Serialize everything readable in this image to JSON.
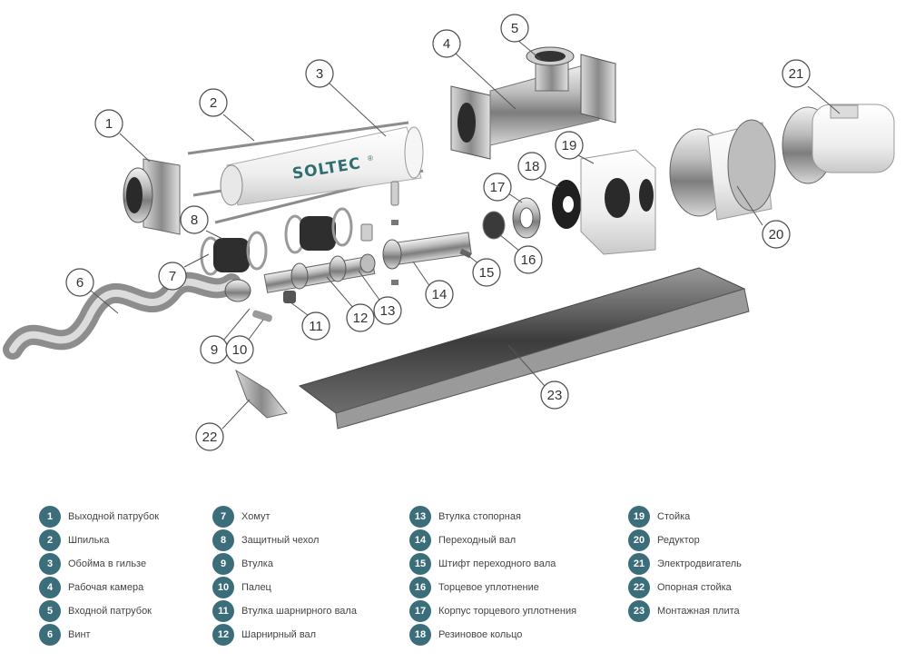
{
  "diagram": {
    "brand_logo": "SOLTEC",
    "brand_mark": "®",
    "callouts": [
      "1",
      "2",
      "3",
      "4",
      "5",
      "6",
      "7",
      "8",
      "9",
      "10",
      "11",
      "12",
      "13",
      "14",
      "15",
      "16",
      "17",
      "18",
      "19",
      "20",
      "21",
      "22",
      "23"
    ]
  },
  "legend": {
    "badge_color": "#3b6e7a",
    "columns": [
      [
        {
          "num": "1",
          "label": "Выходной патрубок"
        },
        {
          "num": "2",
          "label": "Шпилька"
        },
        {
          "num": "3",
          "label": "Обойма в гильзе"
        },
        {
          "num": "4",
          "label": "Рабочая камера"
        },
        {
          "num": "5",
          "label": "Входной патрубок"
        },
        {
          "num": "6",
          "label": "Винт"
        }
      ],
      [
        {
          "num": "7",
          "label": "Хомут"
        },
        {
          "num": "8",
          "label": "Защитный чехол"
        },
        {
          "num": "9",
          "label": "Втулка"
        },
        {
          "num": "10",
          "label": "Палец"
        },
        {
          "num": "11",
          "label": "Втулка шарнирного вала"
        },
        {
          "num": "12",
          "label": "Шарнирный вал"
        }
      ],
      [
        {
          "num": "13",
          "label": "Втулка стопорная"
        },
        {
          "num": "14",
          "label": "Переходный вал"
        },
        {
          "num": "15",
          "label": "Штифт переходного вала"
        },
        {
          "num": "16",
          "label": "Торцевое уплотнение"
        },
        {
          "num": "17",
          "label": "Корпус торцевого уплотнения"
        },
        {
          "num": "18",
          "label": "Резиновое кольцо"
        }
      ],
      [
        {
          "num": "19",
          "label": "Стойка"
        },
        {
          "num": "20",
          "label": "Редуктор"
        },
        {
          "num": "21",
          "label": "Электродвигатель"
        },
        {
          "num": "22",
          "label": "Опорная стойка"
        },
        {
          "num": "23",
          "label": "Монтажная плита"
        }
      ]
    ]
  }
}
